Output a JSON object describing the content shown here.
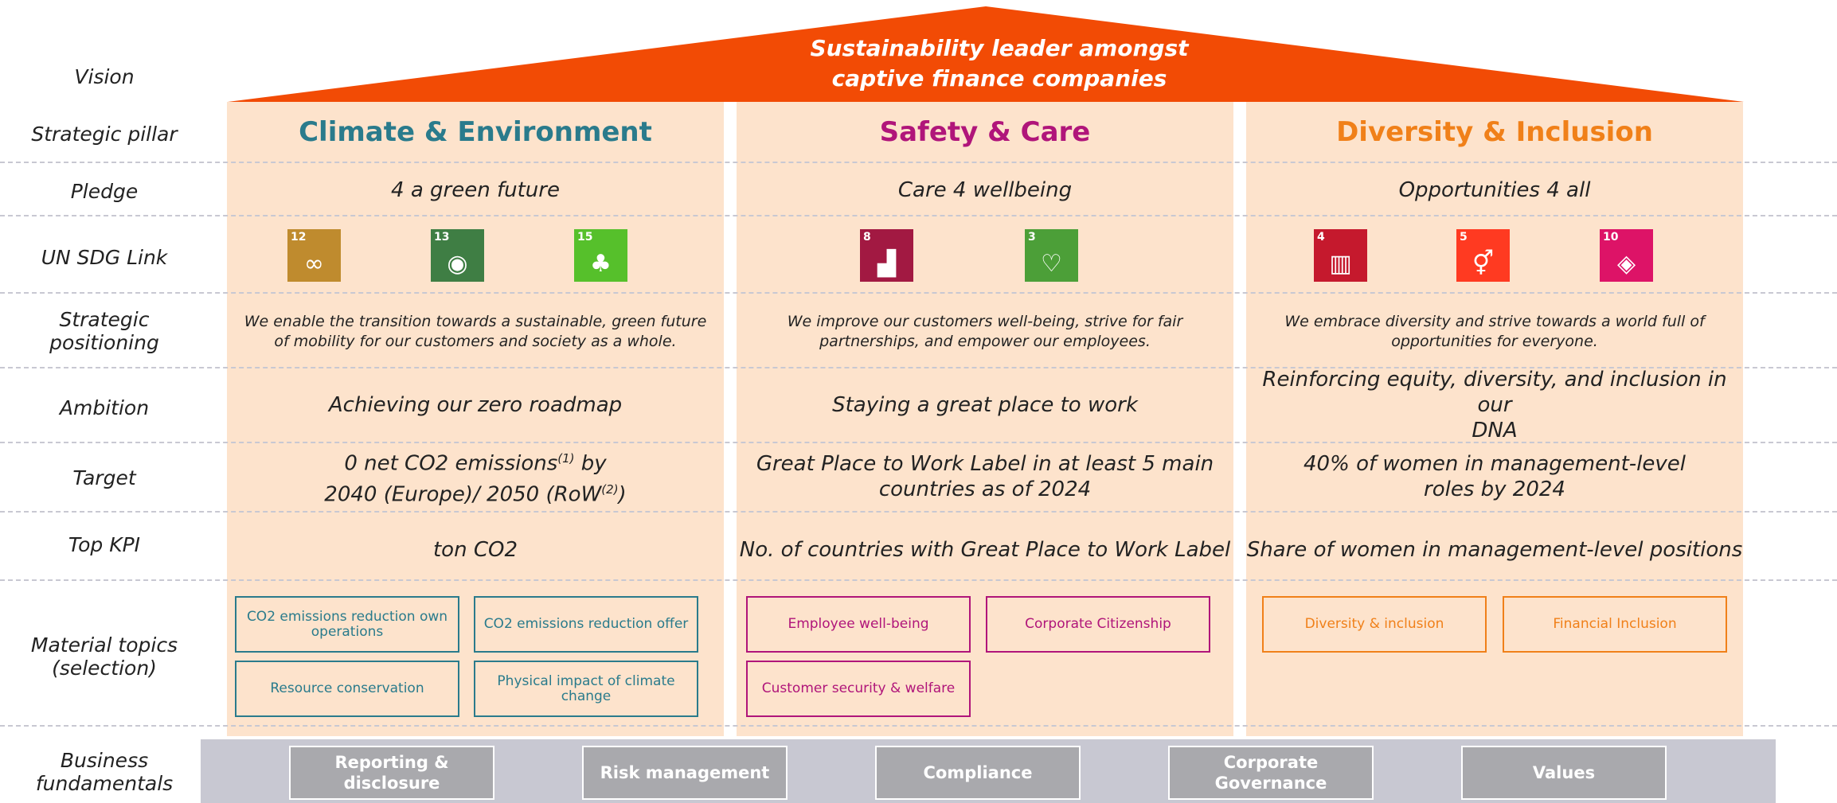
{
  "colors": {
    "roof": "#f24b05",
    "column_bg": "#fde3cc",
    "climate": "#2a7b8c",
    "safety": "#b0157a",
    "diversity": "#f08019",
    "foundation": "#c8c8d2",
    "foundation_box": "#a9a9ad"
  },
  "row_labels": {
    "vision": "Vision",
    "pillar": "Strategic pillar",
    "pledge": "Pledge",
    "sdg": "UN SDG Link",
    "positioning_1": "Strategic",
    "positioning_2": "positioning",
    "ambition": "Ambition",
    "target": "Target",
    "kpi": "Top KPI",
    "topics_1": "Material topics",
    "topics_2": "(selection)",
    "fundamentals_1": "Business",
    "fundamentals_2": "fundamentals"
  },
  "vision": {
    "line1": "Sustainability leader amongst",
    "line2": "captive finance companies"
  },
  "pillars": [
    {
      "title": "Climate & Environment",
      "pledge": "4 a green future",
      "sdgs": [
        {
          "num": "12",
          "icon": "infinity-icon",
          "color": "#bf8b2e"
        },
        {
          "num": "13",
          "icon": "eye-earth-icon",
          "color": "#3f7e44"
        },
        {
          "num": "15",
          "icon": "tree-icon",
          "color": "#56c02b"
        }
      ],
      "positioning_1": "We enable the transition towards a sustainable, green future",
      "positioning_2": "of mobility for our customers and society as a whole.",
      "ambition": "Achieving our zero roadmap",
      "target_a": "0 net CO2 emissions",
      "target_a_sup": "(1)",
      "target_a_tail": " by",
      "target_b": "2040 (Europe)/ 2050 (RoW",
      "target_b_sup": "(2)",
      "target_b_tail": ")",
      "kpi": "ton CO2",
      "topics": [
        "CO2 emissions reduction own operations",
        "CO2 emissions reduction offer",
        "Resource conservation",
        "Physical impact of climate change"
      ]
    },
    {
      "title": "Safety & Care",
      "pledge": "Care 4 wellbeing",
      "sdgs": [
        {
          "num": "8",
          "icon": "growth-chart-icon",
          "color": "#a21942"
        },
        {
          "num": "3",
          "icon": "heartbeat-icon",
          "color": "#4c9f38"
        }
      ],
      "positioning_1": "We improve our customers well-being, strive for fair",
      "positioning_2": "partnerships, and empower our employees.",
      "ambition": "Staying a great place to work",
      "target_line1": "Great Place to Work Label in at least 5 main",
      "target_line2": "countries as of 2024",
      "kpi": "No. of countries with Great Place to Work Label",
      "topics": [
        "Employee well-being",
        "Corporate Citizenship",
        "Customer security & welfare"
      ]
    },
    {
      "title": "Diversity & Inclusion",
      "pledge": "Opportunities 4 all",
      "sdgs": [
        {
          "num": "4",
          "icon": "book-icon",
          "color": "#c5192d"
        },
        {
          "num": "5",
          "icon": "gender-equality-icon",
          "color": "#ff3a21"
        },
        {
          "num": "10",
          "icon": "reduced-inequalities-icon",
          "color": "#dd1367"
        }
      ],
      "positioning_1": "We embrace diversity and strive towards a world full of",
      "positioning_2": "opportunities for everyone.",
      "ambition_line1": "Reinforcing equity, diversity, and inclusion in our",
      "ambition_line2": "DNA",
      "target_line1": "40% of women in management-level",
      "target_line2": "roles by 2024",
      "kpi": "Share of women in management-level positions",
      "topics": [
        "Diversity & inclusion",
        "Financial Inclusion"
      ]
    }
  ],
  "fundamentals": [
    "Reporting & disclosure",
    "Risk management",
    "Compliance",
    "Corporate Governance",
    "Values"
  ]
}
